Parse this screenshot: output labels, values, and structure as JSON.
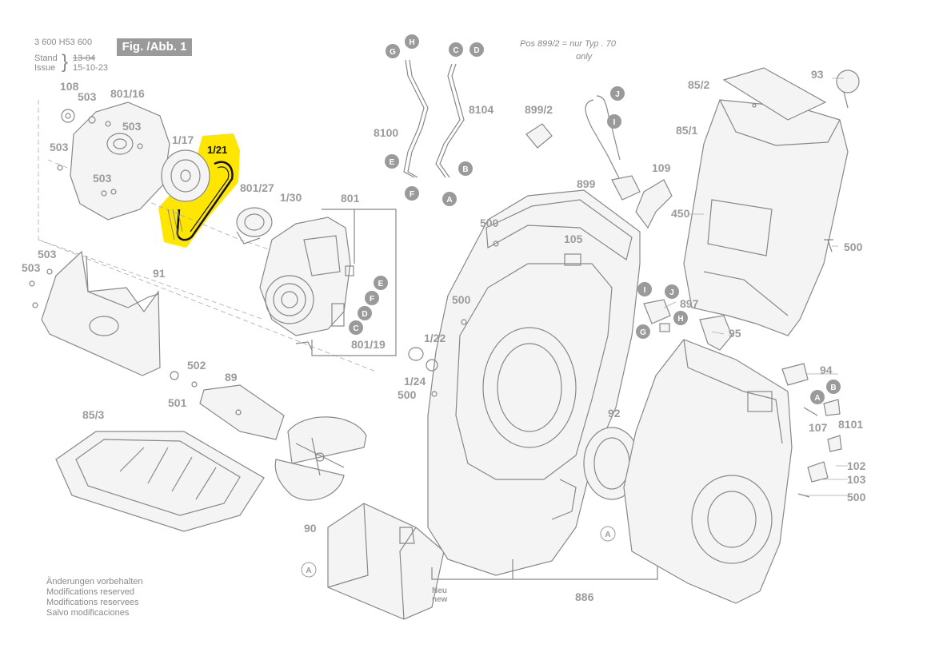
{
  "header": {
    "doc_number": "3 600 H53 600",
    "stand_label": "Stand",
    "stand_value": "13-04",
    "issue_label": "Issue",
    "issue_value": "15-10-23",
    "fig_label": "Fig. /Abb. 1"
  },
  "note_pos": {
    "line1": "Pos 899/2 =  nur Typ . 70",
    "line2": "only"
  },
  "footer_notes": {
    "de": "Änderungen vorbehalten",
    "en": "Modifications reserved",
    "fr": "Modifications reservees",
    "es": "Salvo modificaciones"
  },
  "highlight": {
    "label": "1/21",
    "color": "#ffe600"
  },
  "part_labels": {
    "p108": "108",
    "p503a": "503",
    "p80116": "801/16",
    "p503b": "503",
    "p503c": "503",
    "p503d": "503",
    "p117": "1/17",
    "p80127": "801/27",
    "p130": "1/30",
    "p801": "801",
    "p503e": "503",
    "p503f": "503",
    "p91": "91",
    "p80119": "801/19",
    "p502": "502",
    "p501": "501",
    "p89": "89",
    "p853": "85/3",
    "p90": "90",
    "p8100": "8100",
    "p8104": "8104",
    "p8992": "899/2",
    "p899": "899",
    "p109": "109",
    "p500a": "500",
    "p105": "105",
    "p500b": "500",
    "p122": "1/22",
    "p124": "1/24",
    "p500c": "500",
    "p92": "92",
    "p886": "886",
    "p852": "85/2",
    "p93": "93",
    "p851": "85/1",
    "p450": "450",
    "p500d": "500",
    "p897": "897",
    "p95": "95",
    "p94": "94",
    "p107": "107",
    "p8101": "8101",
    "p102": "102",
    "p103": "103",
    "p500e": "500",
    "neu": "Neu",
    "new": "new"
  },
  "connector_markers": [
    "A",
    "B",
    "C",
    "D",
    "E",
    "F",
    "G",
    "H",
    "I",
    "J"
  ]
}
